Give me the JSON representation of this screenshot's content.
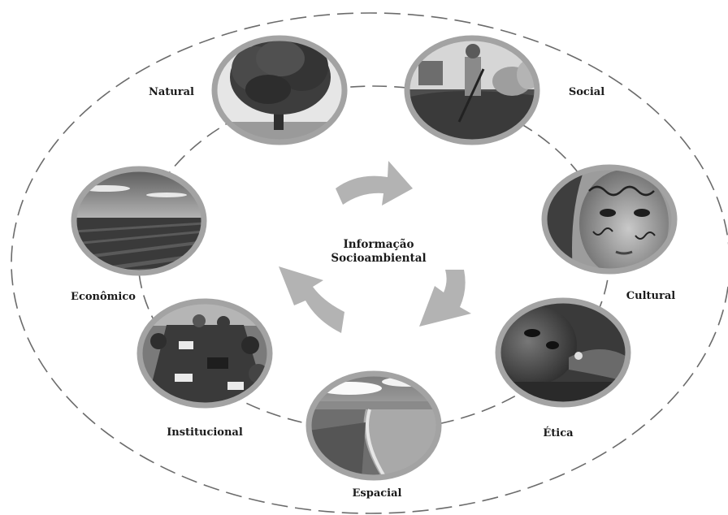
{
  "center": {
    "line1": "Informação",
    "line2": "Socioambiental"
  },
  "dimensions": {
    "natural": "Natural",
    "social": "Social",
    "cultural": "Cultural",
    "etica": "Ética",
    "espacial": "Espacial",
    "institucional": "Institucional",
    "economico": "Econômico"
  },
  "colors": {
    "arrow": "#b3b3b3",
    "ring": "#a3a3a3",
    "dash": "#6b6b6b"
  }
}
